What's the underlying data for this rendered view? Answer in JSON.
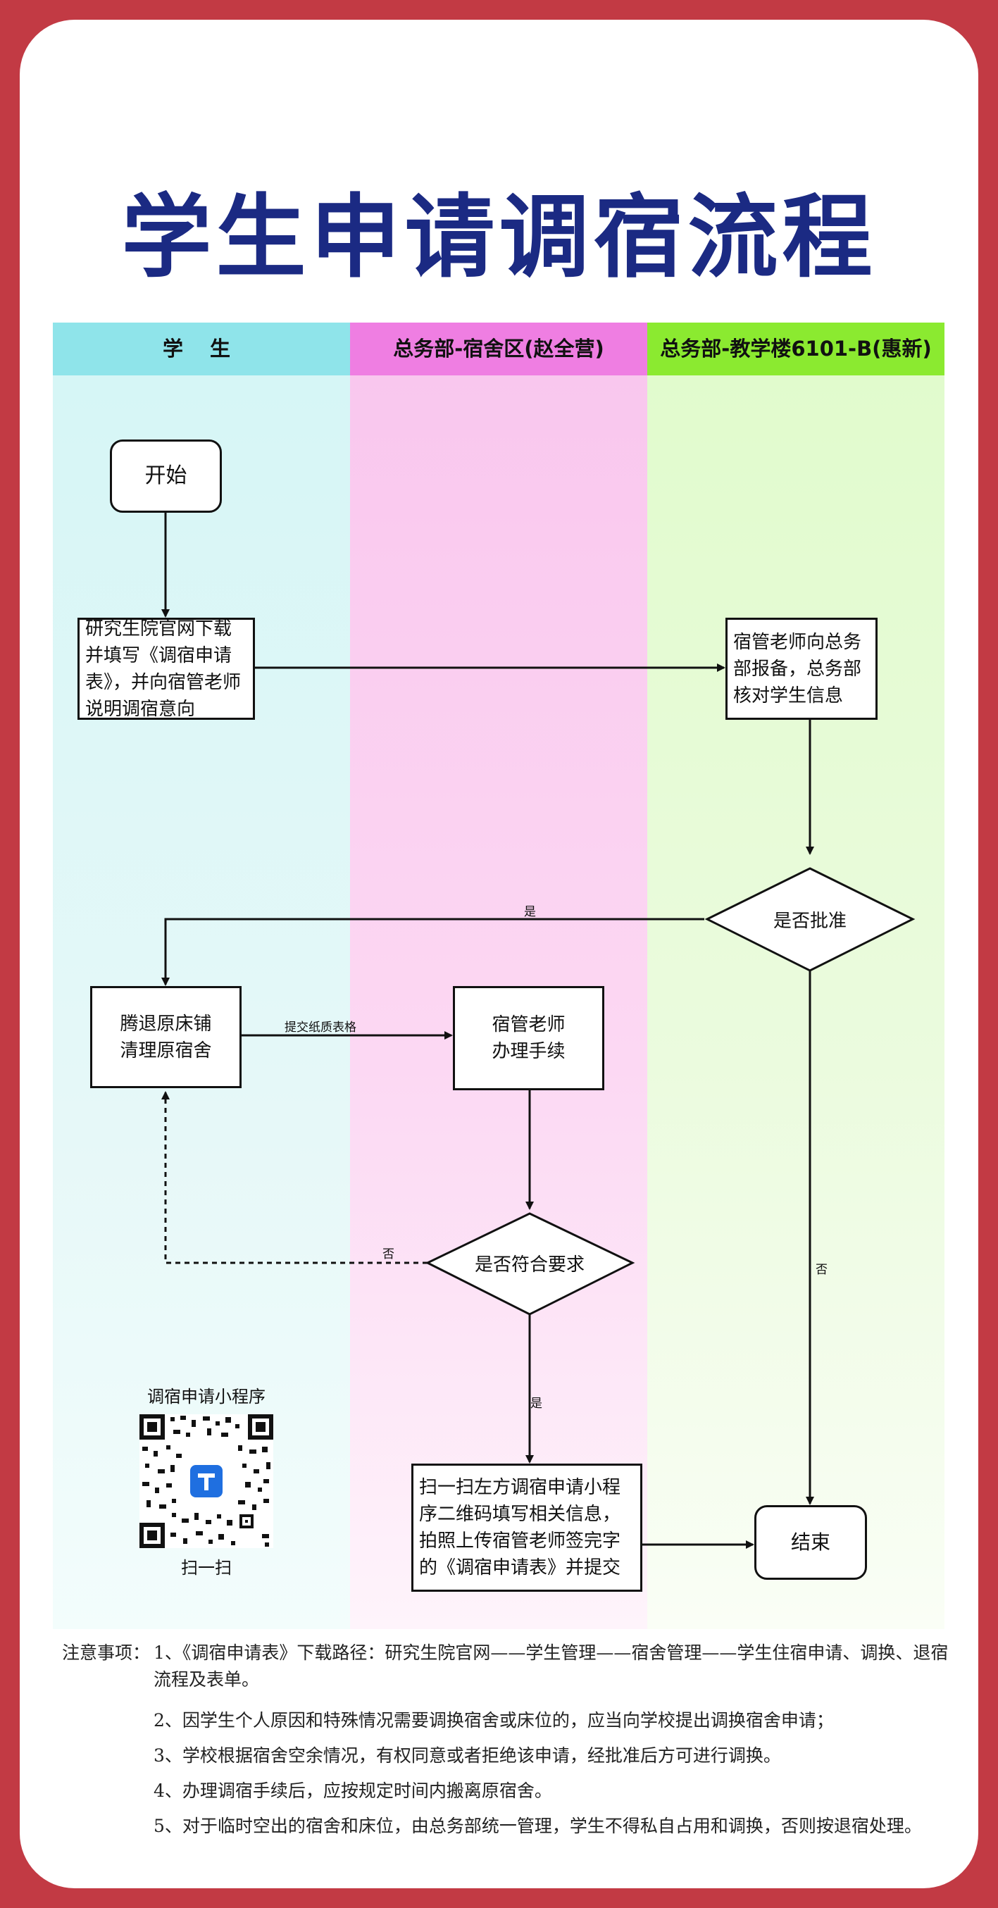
{
  "title": "学生申请调宿流程",
  "lanes": {
    "student": "学 生",
    "dorm": "总务部-宿舍区(赵全营)",
    "teach": "总务部-教学楼6101-B(惠新)"
  },
  "nodes": {
    "start": "开始",
    "download": "研究生院官网下载并填写《调宿申请表》，并向宿管老师说明调宿意向",
    "report": "宿管老师向总务部报备，总务部核对学生信息",
    "approve": "是否批准",
    "vacate": "腾退原床铺\n清理原宿舍",
    "handle": "宿管老师\n办理手续",
    "comply": "是否符合要求",
    "scan": "扫一扫左方调宿申请小程序二维码填写相关信息，拍照上传宿管老师签完字的《调宿申请表》并提交",
    "end": "结束"
  },
  "edges": {
    "yes_approve": "是",
    "submit_paper": "提交纸质表格",
    "no_comply": "否",
    "yes_comply": "是",
    "no_approve": "否"
  },
  "qr": {
    "title": "调宿申请小程序",
    "scan": "扫一扫",
    "icon": "qr-code-icon"
  },
  "notes": {
    "label": "注意事项：",
    "items": [
      "1、《调宿申请表》下载路径：研究生院官网——学生管理——宿舍管理——学生住宿申请、调换、退宿流程及表单。",
      "2、因学生个人原因和特殊情况需要调换宿舍或床位的，应当向学校提出调换宿舍申请；",
      "3、学校根据宿舍空余情况，有权同意或者拒绝该申请，经批准后方可进行调换。",
      "4、办理调宿手续后，应按规定时间内搬离原宿舍。",
      "5、对于临时空出的宿舍和床位，由总务部统一管理，学生不得私自占用和调换，否则按退宿处理。"
    ]
  },
  "colors": {
    "border": "#c23a44",
    "title": "#1b2a83",
    "student_lane": "#8fe4ea",
    "dorm_lane": "#ef7ee2",
    "teach_lane": "#8bea30"
  }
}
